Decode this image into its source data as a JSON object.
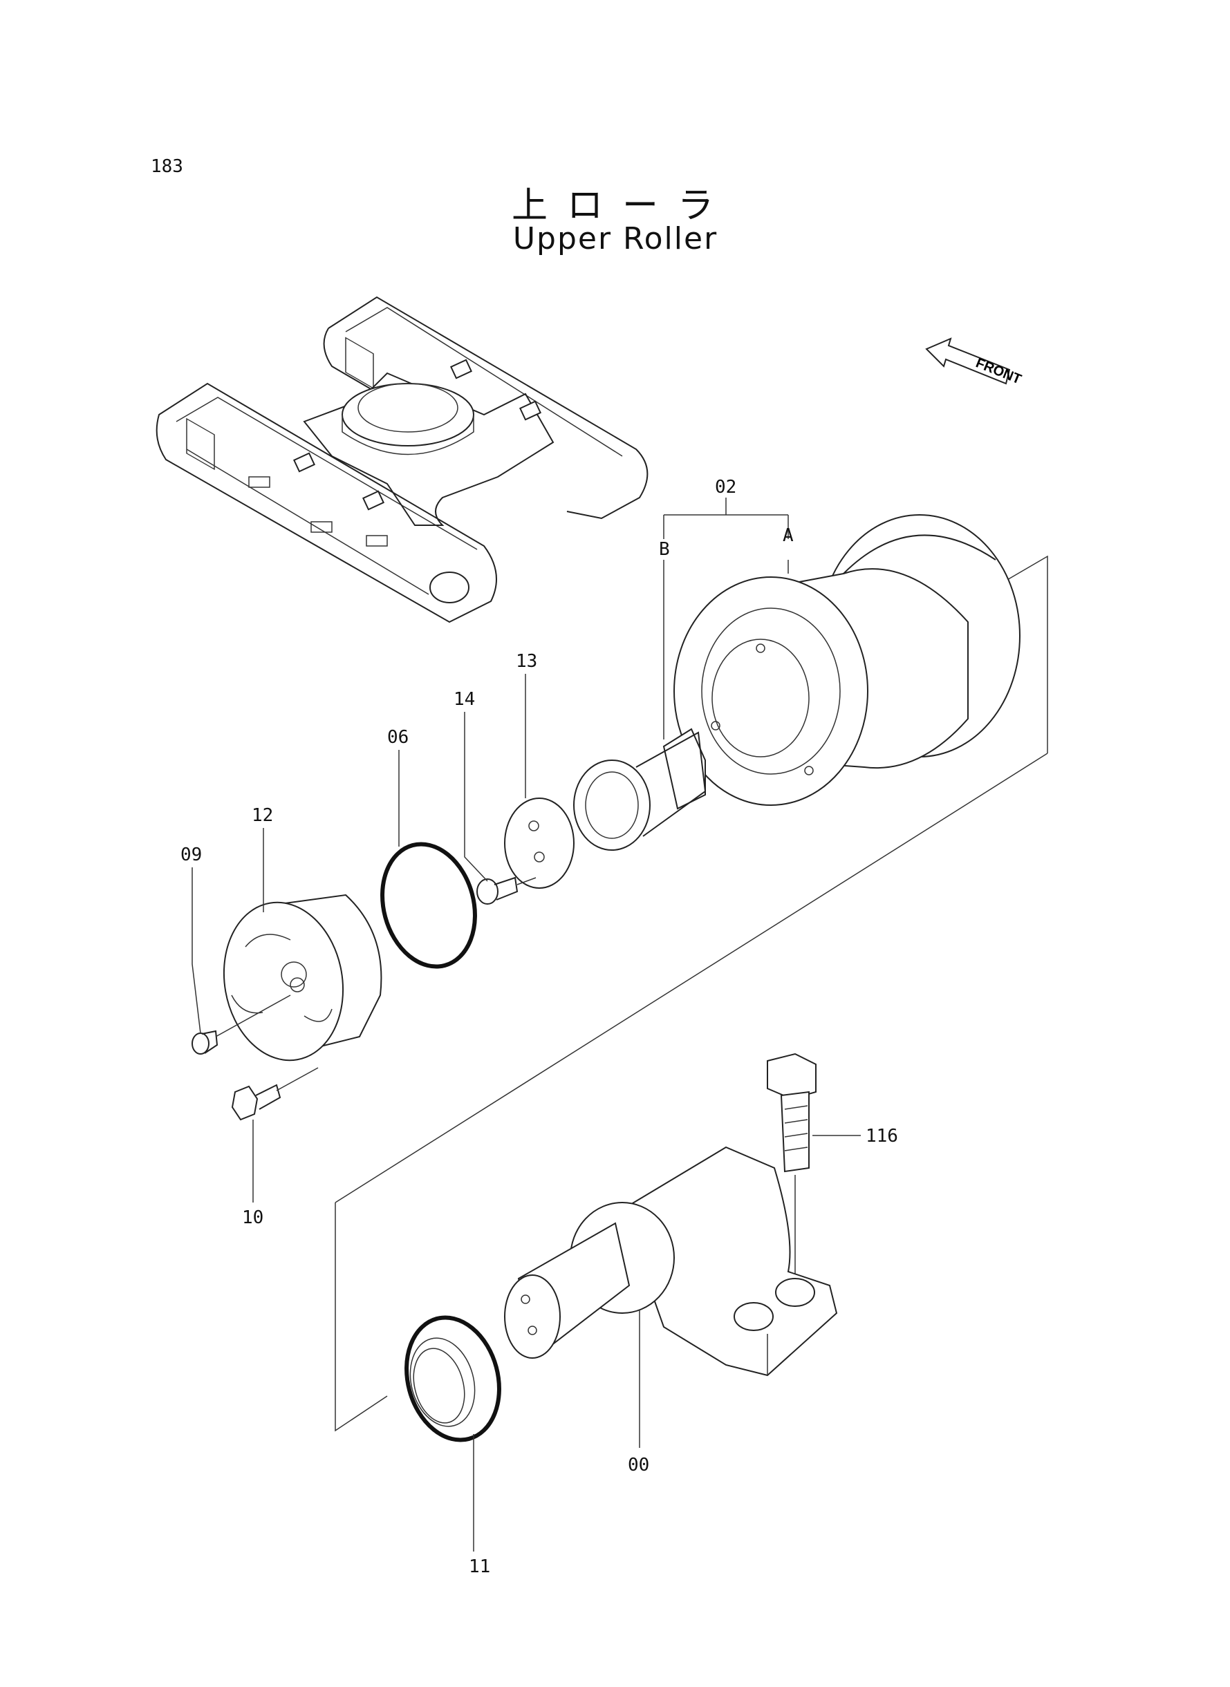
{
  "header": {
    "page_number": "183",
    "title_jp": "上ローラ",
    "title_en": "Upper Roller"
  },
  "front_marker": "FRONT",
  "callouts": {
    "p02": "02",
    "pA": "A",
    "pB": "B",
    "p13": "13",
    "p14": "14",
    "p06": "06",
    "p12": "12",
    "p09": "09",
    "p10": "10",
    "p116": "116",
    "p00": "00",
    "p11": "11"
  }
}
